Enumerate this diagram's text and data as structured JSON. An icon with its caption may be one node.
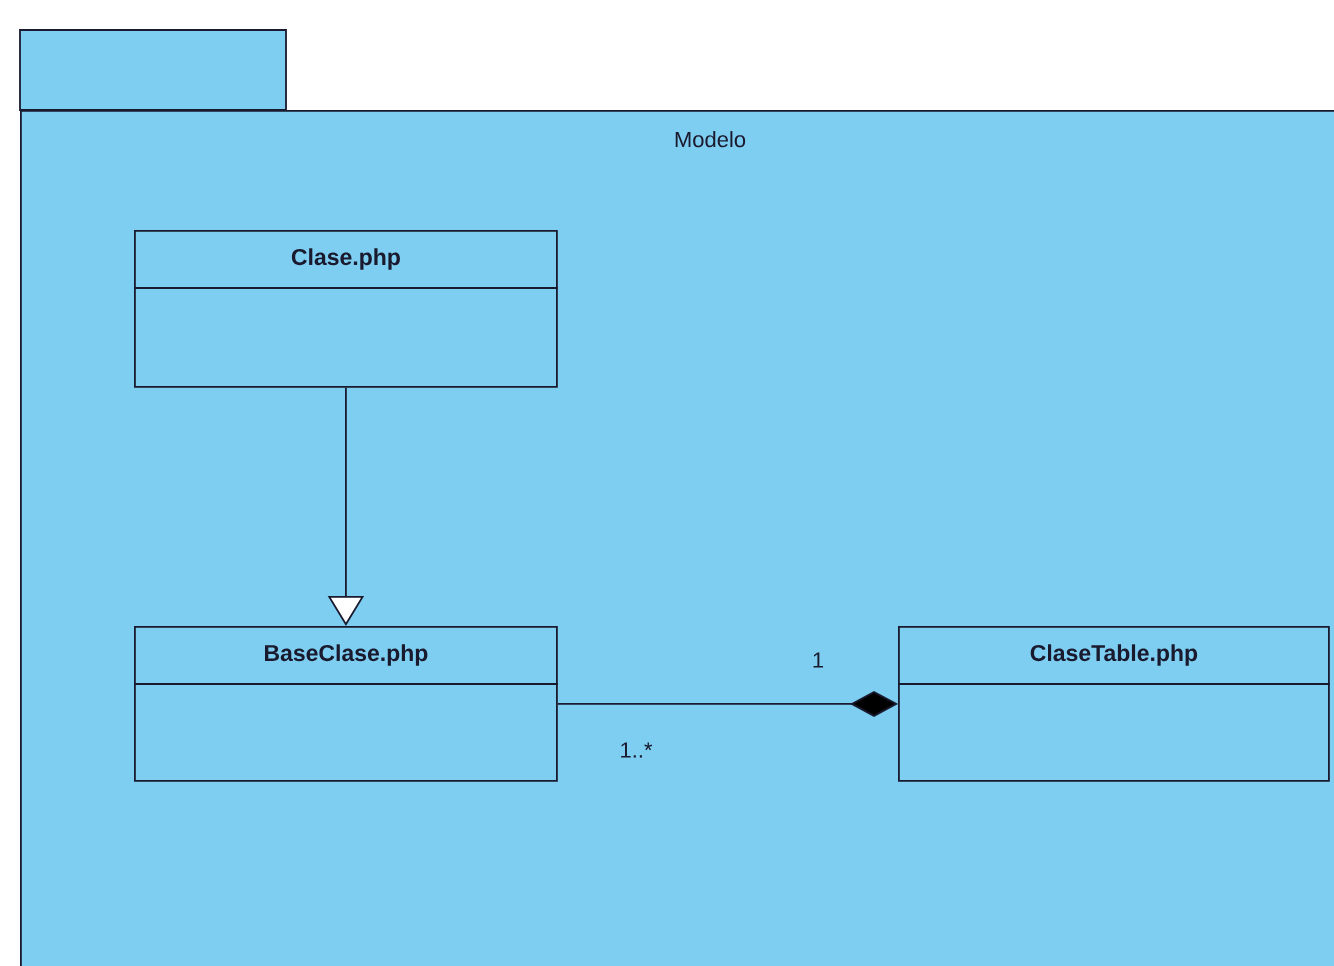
{
  "diagram": {
    "nodes": [
      {
        "text": [
          "Modelo"
        ]
      },
      {
        "text": [
          "Clase.php"
        ],
        "in": 0
      },
      {
        "text": [
          "BaseClase.php"
        ],
        "in": 0
      },
      {
        "text": [
          "ClaseTable.php"
        ],
        "in": 0
      }
    ],
    "edges": [
      {
        "from": 1,
        "to": 2,
        "arrow": "to"
      },
      {
        "from": 2,
        "to": 3,
        "arrow": "other"
      }
    ],
    "labels": [
      "1..*",
      "1"
    ]
  }
}
